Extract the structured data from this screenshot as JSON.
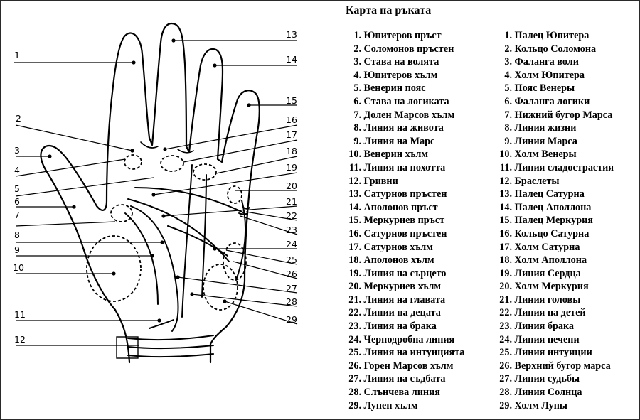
{
  "title": "Карта на ръката",
  "legend_bg": [
    {
      "n": "1.",
      "text": "Юпитеров пръст"
    },
    {
      "n": "2.",
      "text": "Соломонов пръстен"
    },
    {
      "n": "3.",
      "text": "Става на волята"
    },
    {
      "n": "4.",
      "text": "Юпитеров хълм"
    },
    {
      "n": "5.",
      "text": "Венерин пояс"
    },
    {
      "n": "6.",
      "text": "Става на логиката"
    },
    {
      "n": "7.",
      "text": "Долен Марсов хълм"
    },
    {
      "n": "8.",
      "text": "Линия на живота"
    },
    {
      "n": "9.",
      "text": "Линия на Марс"
    },
    {
      "n": "10.",
      "text": "Венерин хълм"
    },
    {
      "n": "11.",
      "text": "Линия на похотта"
    },
    {
      "n": "12.",
      "text": "Гривни"
    },
    {
      "n": "13.",
      "text": "Сатурнов пръстен"
    },
    {
      "n": "14.",
      "text": "Аполонов пръст"
    },
    {
      "n": "15.",
      "text": "Меркуриев пръст"
    },
    {
      "n": "16.",
      "text": "Сатурнов пръстен"
    },
    {
      "n": "17.",
      "text": "Сатурнов хълм"
    },
    {
      "n": "18.",
      "text": "Аполонов хълм"
    },
    {
      "n": "19.",
      "text": "Линия на сърцето"
    },
    {
      "n": "20.",
      "text": "Меркуриев хълм"
    },
    {
      "n": "21.",
      "text": "Линия на главата"
    },
    {
      "n": "22.",
      "text": "Линии на децата"
    },
    {
      "n": "23.",
      "text": "Линия на брака"
    },
    {
      "n": "24.",
      "text": "Чернодробна линия"
    },
    {
      "n": "25.",
      "text": "Линия на интуицията"
    },
    {
      "n": "26.",
      "text": "Горен Марсов хълм"
    },
    {
      "n": "27.",
      "text": "Линия на съдбата"
    },
    {
      "n": "28.",
      "text": "Слънчева линия"
    },
    {
      "n": "29.",
      "text": "Лунен хълм"
    }
  ],
  "legend_ru": [
    {
      "n": "1.",
      "text": "Палец Юпитера"
    },
    {
      "n": "2.",
      "text": "Кольцо Соломона"
    },
    {
      "n": "3.",
      "text": " Фаланга воли"
    },
    {
      "n": "4.",
      "text": "Холм Юпитера"
    },
    {
      "n": "5.",
      "text": "Пояс Венеры"
    },
    {
      "n": "6.",
      "text": "Фаланга логики"
    },
    {
      "n": "7.",
      "text": "Нижний бугор Марса"
    },
    {
      "n": "8.",
      "text": "Линия жизни"
    },
    {
      "n": "9.",
      "text": "Линия Марса"
    },
    {
      "n": "10.",
      "text": "Холм Венеры"
    },
    {
      "n": "11.",
      "text": "Линия сладострастия"
    },
    {
      "n": "12.",
      "text": "Браслеты"
    },
    {
      "n": "13.",
      "text": "Палец Сатурна"
    },
    {
      "n": "14.",
      "text": "Палец Аполлона"
    },
    {
      "n": "15.",
      "text": "Палец Меркурия"
    },
    {
      "n": "16.",
      "text": "Кольцо Сатурна"
    },
    {
      "n": "17.",
      "text": "Холм Сатурна"
    },
    {
      "n": "18.",
      "text": "Холм Аполлона"
    },
    {
      "n": "19.",
      "text": "Линия Сердца"
    },
    {
      "n": "20.",
      "text": "Холм Меркурия"
    },
    {
      "n": "21.",
      "text": "Линия головы"
    },
    {
      "n": "22.",
      "text": "Линия  на детей"
    },
    {
      "n": "23.",
      "text": "Линия брака"
    },
    {
      "n": "24.",
      "text": "Линия печени"
    },
    {
      "n": "25.",
      "text": "Линия интуиции"
    },
    {
      "n": "26.",
      "text": "Верхний бугор марса"
    },
    {
      "n": "27.",
      "text": "Линия судьбы"
    },
    {
      "n": "28.",
      "text": "Линия Солнца"
    },
    {
      "n": "29.",
      "text": "Холм Луны"
    }
  ],
  "callouts": [
    "1",
    "2",
    "3",
    "4",
    "5",
    "6",
    "7",
    "8",
    "9",
    "10",
    "11",
    "12",
    "13",
    "14",
    "15",
    "16",
    "17",
    "18",
    "19",
    "20",
    "21",
    "22",
    "23",
    "24",
    "25",
    "26",
    "27",
    "28",
    "29"
  ]
}
